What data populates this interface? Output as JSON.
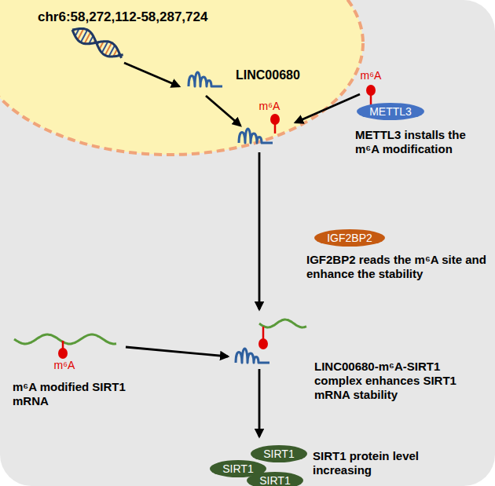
{
  "diagram": {
    "nodes": [
      {
        "text": [
          "chr6:58,272,112-58,287,724",
          "LINC00680"
        ]
      },
      {
        "text": [
          "METTL3"
        ]
      },
      {
        "text": [
          "IGF2BP2"
        ]
      },
      {
        "text": [
          "SIRT1"
        ]
      },
      {
        "text": [
          "SIRT1"
        ]
      },
      {
        "text": [
          "SIRT1"
        ]
      }
    ],
    "labels": [
      "m⁶A",
      "METTL3 installs the m⁶A modification",
      "m⁶A",
      "IGF2BP2 reads the m⁶A site and enhance the stability",
      "m⁶A",
      "m⁶A modified SIRT1 mRNA",
      "LINC00680-m⁶A-SIRT1 complex enhances SIRT1 mRNA stability",
      "SIRT1 protein level increasing"
    ]
  }
}
